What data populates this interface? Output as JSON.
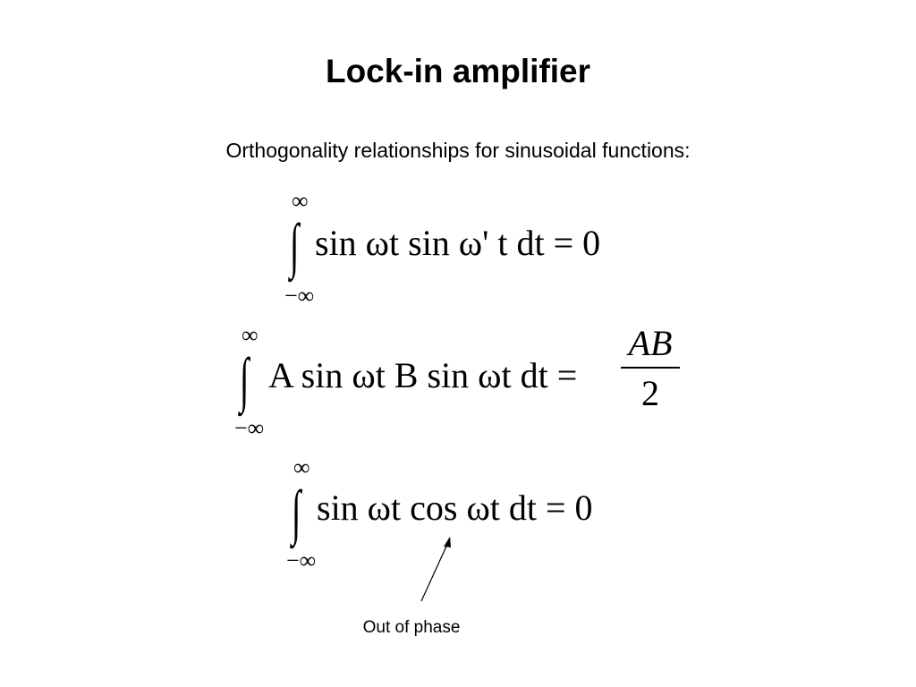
{
  "slide": {
    "title": "Lock-in amplifier",
    "subtitle": "Orthogonality relationships for sinusoidal functions:",
    "annotation": "Out of phase"
  },
  "equations": [
    {
      "upper_limit": "∞",
      "lower_limit": "−∞",
      "integrand": "sin ωt sin ω' t dt = 0"
    },
    {
      "upper_limit": "∞",
      "lower_limit": "−∞",
      "integrand": "A sin ωt B sin ωt dt =",
      "fraction_numerator": "AB",
      "fraction_denominator": "2"
    },
    {
      "upper_limit": "∞",
      "lower_limit": "−∞",
      "integrand": "sin ωt cos ωt dt = 0"
    }
  ],
  "symbols": {
    "integral": "∫"
  }
}
